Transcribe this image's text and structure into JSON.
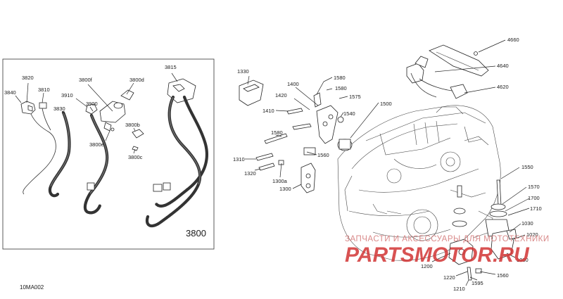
{
  "diagram": {
    "reference_code": "10MA002",
    "inset_labels": {
      "l3840": "3840",
      "l3820": "3820",
      "l3810": "3810",
      "l3830": "3830",
      "l3910": "3910",
      "l3900": "3900",
      "l3800f": "3800f",
      "l3800d": "3800d",
      "l3800b": "3800b",
      "l3800e": "3800e",
      "l3800c": "3800c",
      "l3815": "3815",
      "l3800": "3800"
    },
    "main_labels": {
      "l1330": "1330",
      "l1400": "1400",
      "l1420": "1420",
      "l1410": "1410",
      "l1580a": "1580",
      "l1580b": "1580",
      "l1575": "1575",
      "l1540": "1540",
      "l1500": "1500",
      "l1580c": "1580",
      "l1560a": "1560",
      "l1310": "1310",
      "l1320": "1320",
      "l1300a": "1300a",
      "l1300": "1300",
      "l4660": "4660",
      "l4640": "4640",
      "l4620": "4620",
      "l1550": "1550",
      "l1570": "1570",
      "l1700": "1700",
      "l1710": "1710",
      "l1030": "1030",
      "l1020": "1020",
      "l1000": "1000",
      "l1200": "1200",
      "l1220": "1220",
      "l1595": "1595",
      "l1560b": "1560",
      "l1210": "1210"
    },
    "watermark": {
      "tagline": "ЗАПЧАСТИ И АКСЕССУАРЫ ДЛЯ МОТОТЕХНИКИ",
      "logo": "PARTSMOTOR.RU"
    },
    "colors": {
      "line": "#222222",
      "watermark": "#d23434",
      "watermark_light": "#d98a8a"
    }
  }
}
